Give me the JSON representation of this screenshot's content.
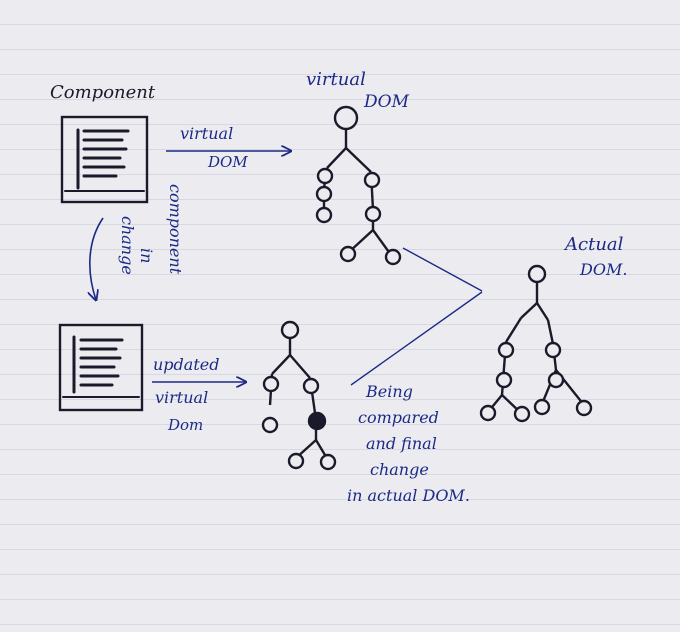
{
  "colors": {
    "ink_blue": "#1c2a86",
    "ink_black": "#1a1a2a",
    "paper": "#ececf0",
    "rule": "#d6d8e2"
  },
  "labels": {
    "component": "Component",
    "virtual_dom_top_line1": "virtual",
    "virtual_dom_top_line2": "DOM",
    "arrow_top_line1": "virtual",
    "arrow_top_line2": "DOM",
    "change_line1": "change",
    "change_line2": "in",
    "change_line3": "component",
    "updated_line1": "updated",
    "updated_line2": "virtual",
    "updated_line3": "Dom",
    "actual_line1": "Actual",
    "actual_line2": "DOM.",
    "compare_line1": "Being",
    "compare_line2": "compared",
    "compare_line3": "and final",
    "compare_line4": "change",
    "compare_line5": "in actual DOM."
  }
}
